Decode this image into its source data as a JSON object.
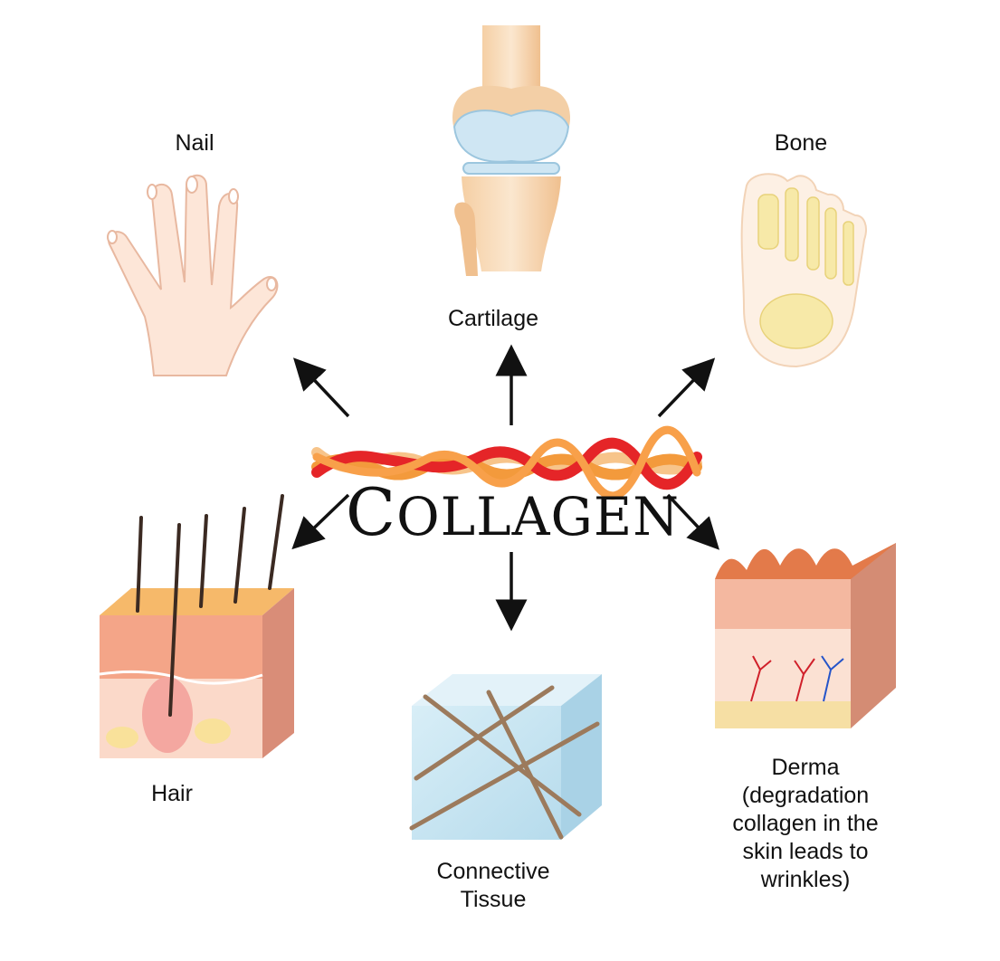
{
  "center": {
    "title_first": "C",
    "title_rest": "OLLAGEN"
  },
  "labels": {
    "nail": "Nail",
    "cartilage": "Cartilage",
    "bone": "Bone",
    "hair": "Hair",
    "connective_tissue": [
      "Connective",
      "Tissue"
    ],
    "derma": [
      "Derma",
      "(degradation",
      "collagen in the",
      "skin leads to",
      "wrinkles)"
    ]
  },
  "colors": {
    "fiber_red": "#e52528",
    "fiber_orange": "#f39a3c",
    "fiber_light": "#f7c48a",
    "skin": "#fbe3d3",
    "skin_dark": "#f29a82",
    "cartilage_blue": "#cfe6f3",
    "bone_tan": "#f7d8b3",
    "tissue_blue": "#c6e4f1"
  }
}
